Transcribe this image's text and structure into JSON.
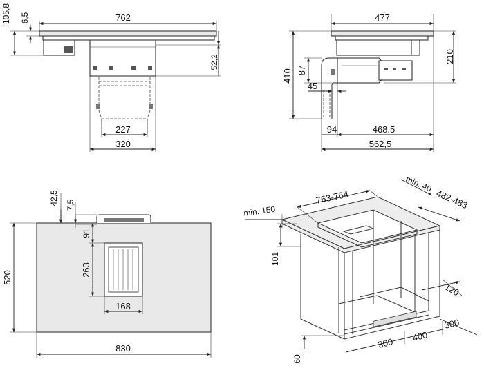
{
  "colors": {
    "line": "#222222",
    "glass": "#e9e9e9",
    "background": "#ffffff"
  },
  "front_view": {
    "width_total": "762",
    "depth_glass": "6,5",
    "depth_total": "105,8",
    "side_gap": "52,2",
    "duct_inner": "227",
    "duct_outer": "320"
  },
  "side_view": {
    "width_total": "477",
    "height_motor": "210",
    "height_total": "410",
    "duct_height": "87",
    "duct_offset": "45",
    "duct_depth": "94",
    "motor_depth": "468,5",
    "total_depth": "562,5"
  },
  "top_view": {
    "offset_a": "42,5",
    "offset_b": "7,5",
    "grille_top": "91",
    "grille_height": "263",
    "grille_width": "168",
    "depth": "520",
    "width": "830"
  },
  "cabinet_view": {
    "min_front": "min. 150",
    "cutout_width": "763-764",
    "min_back": "min. 40",
    "cutout_depth": "482-483",
    "top_height": "101",
    "side_depth": "120",
    "foot": "60",
    "bottom_left": "300",
    "bottom_mid": "400",
    "bottom_right": "300"
  }
}
